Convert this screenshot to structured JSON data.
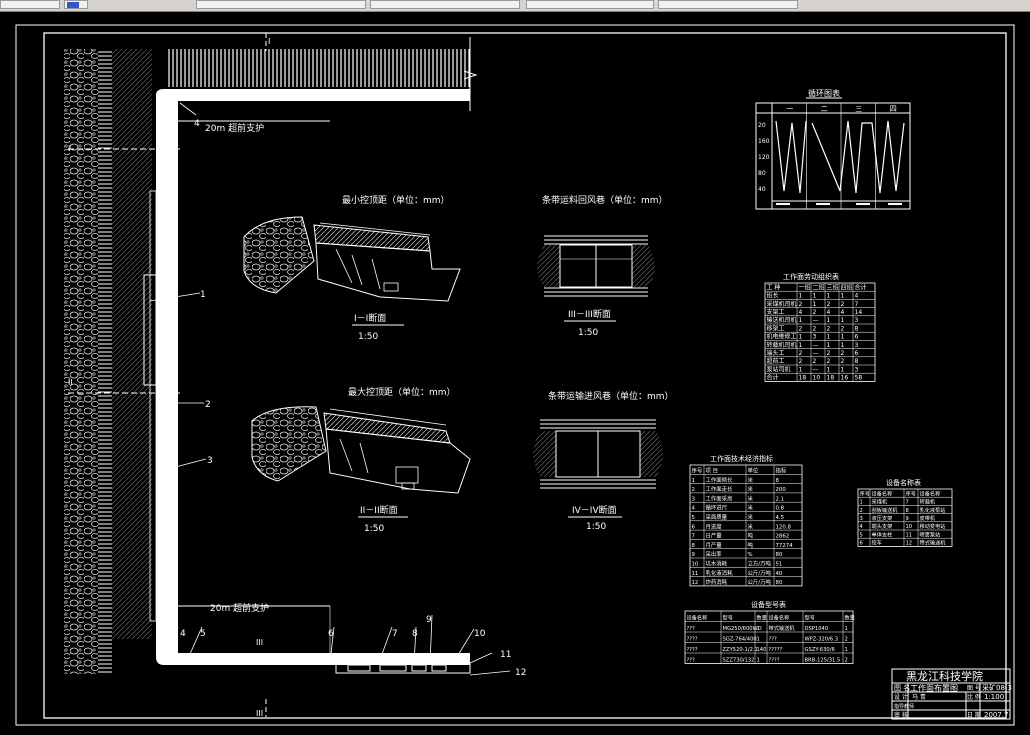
{
  "toolbar": {
    "fields": [
      "",
      "",
      "",
      "",
      "",
      ""
    ]
  },
  "drawing": {
    "top_section_mark": "I",
    "labels": {
      "top_support": "20m 超前支护",
      "bottom_support": "20m 超前支护",
      "section_min_title": "最小控顶距（单位：mm）",
      "section_max_title": "最大控顶距（单位：mm）",
      "section_I_caption": "I－I断面",
      "section_II_caption": "II－II断面",
      "section_III_caption": "III－III断面",
      "section_IV_caption": "IV－IV断面",
      "scale_I": "1:50",
      "scale_II": "1:50",
      "scale_III": "1:50",
      "scale_IV": "1:50",
      "belt_return_title": "条带运料回风巷（单位：mm）",
      "belt_intake_title": "条带运输进风巷（单位：mm）",
      "section_mark_I": "I",
      "section_mark_II": "II",
      "section_mark_III": "III"
    },
    "callouts": [
      "1",
      "2",
      "3",
      "4",
      "4",
      "5",
      "6",
      "7",
      "8",
      "9",
      "10",
      "11",
      "12"
    ]
  },
  "cycle_chart": {
    "title": "循环图表",
    "columns": [
      "一",
      "二",
      "三",
      "四"
    ],
    "y_ticks": [
      "20",
      "160",
      "120",
      "80",
      "40"
    ]
  },
  "labor_table": {
    "title": "工作面劳动组织表",
    "headers": [
      "工 种",
      "一班",
      "二班",
      "三班",
      "四班",
      "合计"
    ],
    "rows": [
      [
        "班长",
        "1",
        "1",
        "1",
        "1",
        "4"
      ],
      [
        "采煤机司机",
        "2",
        "1",
        "2",
        "2",
        "7"
      ],
      [
        "支架工",
        "4",
        "2",
        "4",
        "4",
        "14"
      ],
      [
        "输送机司机",
        "1",
        "—",
        "1",
        "1",
        "3"
      ],
      [
        "移架工",
        "2",
        "2",
        "2",
        "2",
        "8"
      ],
      [
        "机电维修工",
        "1",
        "3",
        "1",
        "1",
        "6"
      ],
      [
        "转载机司机",
        "1",
        "—",
        "1",
        "1",
        "3"
      ],
      [
        "端头工",
        "2",
        "—",
        "2",
        "2",
        "6"
      ],
      [
        "超前工",
        "2",
        "2",
        "2",
        "2",
        "8"
      ],
      [
        "泵站司机",
        "1",
        "—",
        "1",
        "1",
        "3"
      ],
      [
        "合计",
        "18",
        "10",
        "18",
        "16",
        "58"
      ]
    ]
  },
  "tech_table": {
    "title": "工作面技术经济指标",
    "headers": [
      "序号",
      "项 目",
      "单位",
      "指标"
    ],
    "rows": [
      [
        "1",
        "工作面倾长",
        "米",
        "8"
      ],
      [
        "2",
        "工作面走长",
        "米",
        "200"
      ],
      [
        "3",
        "工作面采高",
        "米",
        "2.1"
      ],
      [
        "4",
        "循环进尺",
        "米",
        "0.8"
      ],
      [
        "5",
        "采面质量",
        "米",
        "4.5"
      ],
      [
        "6",
        "月进度",
        "米",
        "120.8"
      ],
      [
        "7",
        "日产量",
        "吨",
        "2862"
      ],
      [
        "8",
        "月产量",
        "吨",
        "77274"
      ],
      [
        "9",
        "采出率",
        "%",
        "80"
      ],
      [
        "10",
        "坑木消耗",
        "立方/万吨",
        "51"
      ],
      [
        "11",
        "乳化液消耗",
        "公斤/万吨",
        "40"
      ],
      [
        "12",
        "炸药消耗",
        "公斤/万吨",
        "80"
      ]
    ]
  },
  "device_name_table": {
    "title": "设备名称表",
    "headers": [
      "序号",
      "设备名称",
      "序号",
      "设备名称"
    ],
    "rows": [
      [
        "1",
        "采煤机",
        "7",
        "转载机"
      ],
      [
        "2",
        "刮板输送机",
        "8",
        "乳化液泵站"
      ],
      [
        "3",
        "液压支架",
        "9",
        "皮带机"
      ],
      [
        "4",
        "端头支架",
        "10",
        "移动变电站"
      ],
      [
        "5",
        "单体支柱",
        "11",
        "喷雾泵站"
      ],
      [
        "6",
        "绞车",
        "12",
        "带式输送机"
      ]
    ]
  },
  "device_model_table": {
    "title": "设备型号表",
    "headers": [
      "设备名称",
      "型号",
      "数量",
      "设备名称",
      "型号",
      "数量"
    ],
    "rows": [
      [
        "???",
        "MG250/600WD",
        "1",
        "带式输送机",
        "DSP1040",
        "1"
      ],
      [
        "????",
        "SGZ-764/400",
        "1",
        "???",
        "WPZ-320/6.3",
        "2"
      ],
      [
        "????",
        "ZZY520-1/2.1",
        "140",
        "?????",
        "GSZY-630/6",
        "1"
      ],
      [
        "???",
        "SZZ730/132",
        "1",
        "????",
        "BRB-125/31.5",
        "2"
      ]
    ]
  },
  "title_block": {
    "school": "黑龙江科技学院",
    "drawing_title": "工作面布置图",
    "row_labels": [
      "图 名",
      "设 计",
      "指导教师",
      "审 核"
    ],
    "drawing_no": "采矿08-3",
    "scale": "1:100",
    "date": "2007.7",
    "field_labels": [
      "图 号",
      "比 例",
      "日 期"
    ],
    "designer_label": "马 青"
  }
}
